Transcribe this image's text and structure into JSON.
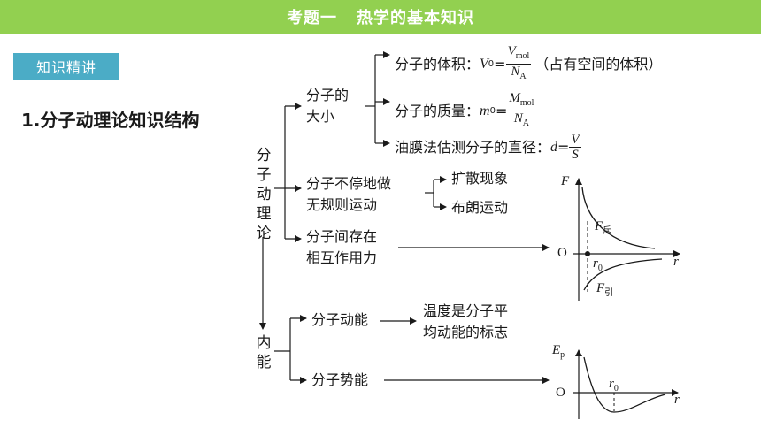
{
  "header": {
    "left": "考题一",
    "right": "热学的基本知识"
  },
  "badge": "知识精讲",
  "section_title": "1.分子动理论知识结构",
  "root": [
    "分",
    "子",
    "动",
    "理",
    "论"
  ],
  "energy_root": [
    "内",
    "能"
  ],
  "size": {
    "line1": "分子的",
    "line2": "大小",
    "volume": {
      "label": "分子的体积：",
      "lhs": "V",
      "lhs_sub": "0",
      "eq": "=",
      "num": "V",
      "num_sub": "mol",
      "den": "N",
      "den_sub": "A",
      "note": "（占有空间的体积）"
    },
    "mass": {
      "label": "分子的质量：",
      "lhs": "m",
      "lhs_sub": "0",
      "eq": "=",
      "num": "M",
      "num_sub": "mol",
      "den": "N",
      "den_sub": "A"
    },
    "diameter": {
      "label": "油膜法估测分子的直径：",
      "lhs": "d",
      "eq": "=",
      "num": "V",
      "den": "S"
    }
  },
  "motion": {
    "line1": "分子不停地做",
    "line2": "无规则运动",
    "children": [
      "扩散现象",
      "布朗运动"
    ]
  },
  "force": {
    "line1": "分子间存在",
    "line2": "相互作用力"
  },
  "kinetic": {
    "label": "分子动能",
    "desc1": "温度是分子平",
    "desc2": "均动能的标志"
  },
  "potential": {
    "label": "分子势能"
  },
  "graph_force": {
    "y_axis": "F",
    "x_axis": "r",
    "origin": "O",
    "repulsive": "F",
    "repulsive_sub": "斥",
    "attractive": "F",
    "attractive_sub": "引",
    "r0": "r",
    "r0_sub": "0"
  },
  "graph_energy": {
    "y_axis": "E",
    "y_sub": "p",
    "x_axis": "r",
    "origin": "O",
    "r0": "r",
    "r0_sub": "0"
  }
}
